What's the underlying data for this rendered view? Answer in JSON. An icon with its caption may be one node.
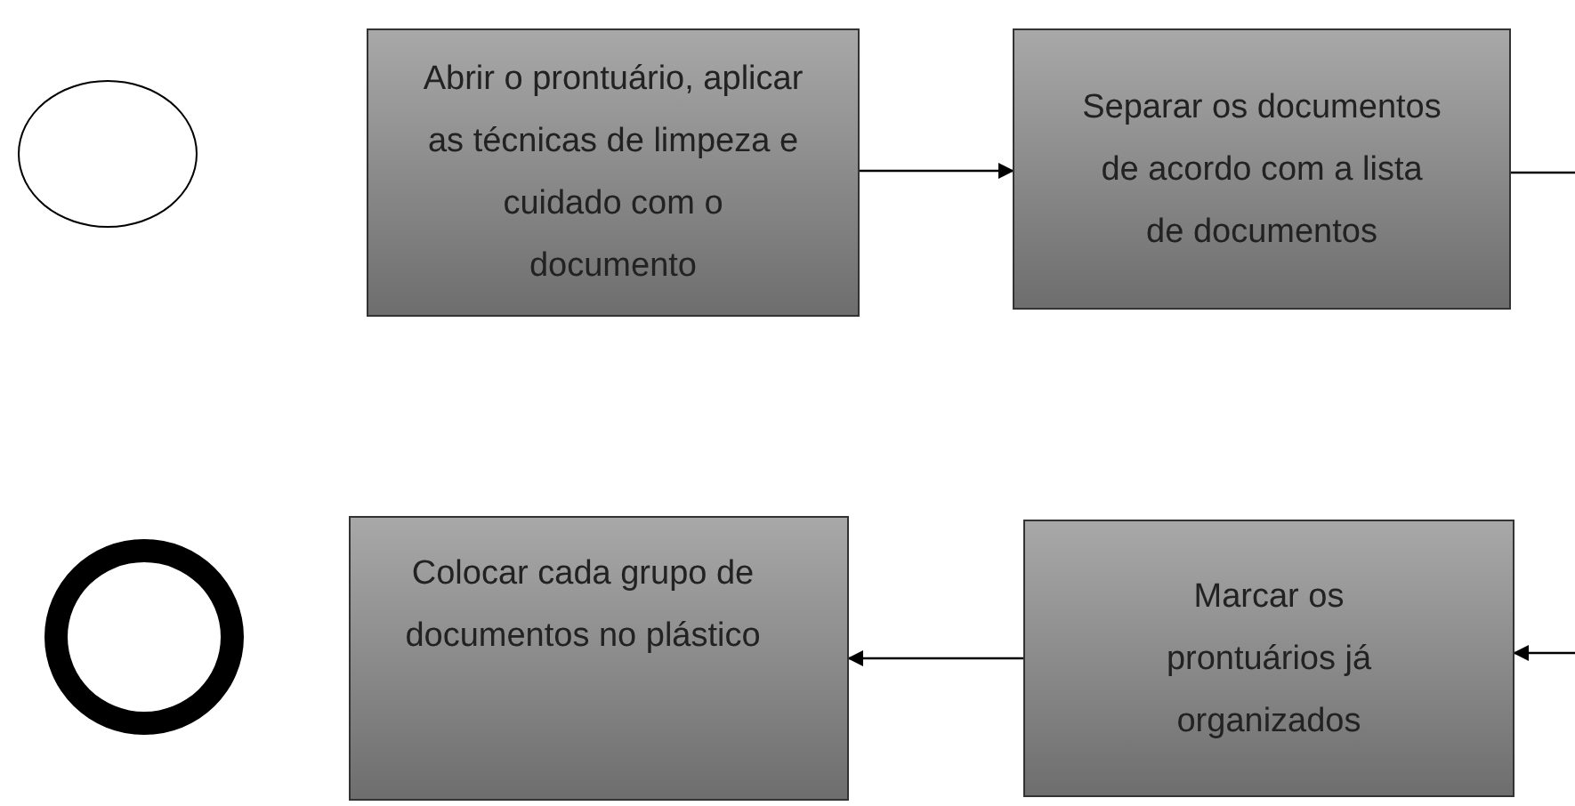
{
  "diagram": {
    "nodes": [
      {
        "text": [],
        "shape": "circle"
      },
      {
        "text": [
          "Abrir o prontuário, aplicar as técnicas de limpeza e cuidado com o documento"
        ]
      },
      {
        "text": [
          "Separar os documentos de acordo com a lista de documentos"
        ]
      },
      {
        "text": [],
        "shape": "circle"
      },
      {
        "text": [
          "Colocar cada grupo de documentos no plástico"
        ]
      },
      {
        "text": [
          "Marcar os prontuários já organizados"
        ]
      }
    ],
    "edges": [
      {
        "from": 1,
        "to": 2,
        "arrow": "to"
      },
      {
        "from": 2,
        "to": null,
        "arrow": "none"
      },
      {
        "from": null,
        "to": 5,
        "arrow": "to"
      },
      {
        "from": 5,
        "to": 4,
        "arrow": "to"
      }
    ]
  }
}
